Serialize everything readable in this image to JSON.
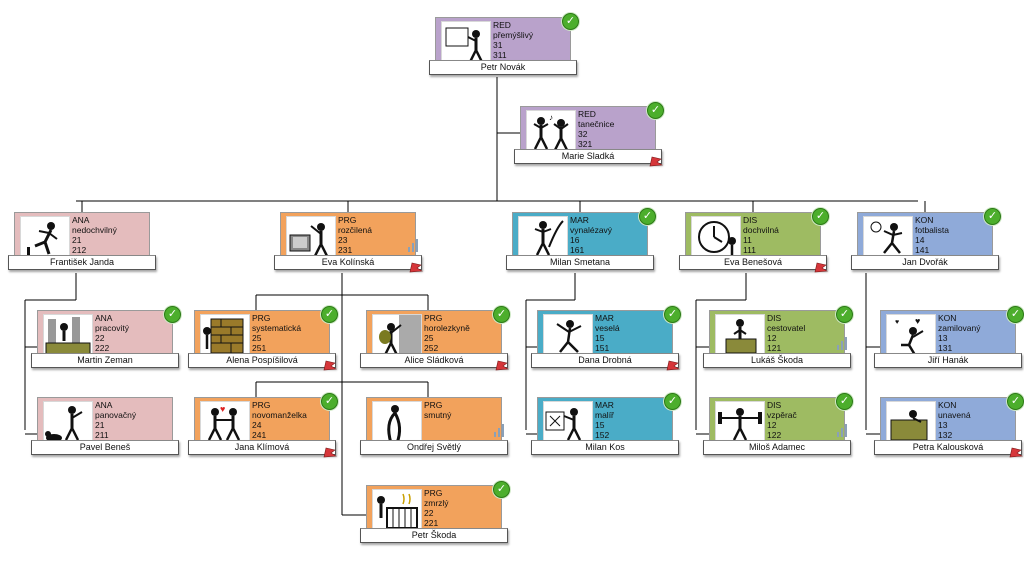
{
  "colors": {
    "RED": "#b9a2cb",
    "ANA": "#e4bcbd",
    "PRG": "#f2a25c",
    "MAR": "#4aacc7",
    "DIS": "#9ebb62",
    "KON": "#8faad9",
    "line": "#000000",
    "check": "#4cae2c",
    "flag": "#d6363a"
  },
  "people": [
    {
      "id": "p1",
      "code": "RED",
      "trait": "přemýšlivý",
      "n1": "31",
      "n2": "311",
      "name": "Petr Novák",
      "parent": null,
      "check": true,
      "flag": false,
      "bars": false,
      "icon": "thinker-icon"
    },
    {
      "id": "p2",
      "code": "RED",
      "trait": "tanečnice",
      "n1": "32",
      "n2": "321",
      "name": "Marie Sladká",
      "parent": "p1",
      "check": true,
      "flag": true,
      "bars": false,
      "icon": "dancers-icon"
    },
    {
      "id": "p3",
      "code": "ANA",
      "trait": "nedochvilný",
      "n1": "21",
      "n2": "212",
      "name": "František Janda",
      "parent": "p1",
      "check": false,
      "flag": false,
      "bars": false,
      "icon": "runner-icon"
    },
    {
      "id": "p4",
      "code": "PRG",
      "trait": "rozčilená",
      "n1": "23",
      "n2": "231",
      "name": "Eva Kolínská",
      "parent": "p1",
      "check": false,
      "flag": true,
      "bars": true,
      "icon": "computer-smash-icon"
    },
    {
      "id": "p5",
      "code": "MAR",
      "trait": "vynalézavý",
      "n1": "16",
      "n2": "161",
      "name": "Milan Smetana",
      "parent": "p1",
      "check": true,
      "flag": false,
      "bars": false,
      "icon": "idea-icon"
    },
    {
      "id": "p6",
      "code": "DIS",
      "trait": "dochvilná",
      "n1": "11",
      "n2": "111",
      "name": "Eva Benešová",
      "parent": "p1",
      "check": true,
      "flag": true,
      "bars": false,
      "icon": "clock-icon"
    },
    {
      "id": "p7",
      "code": "KON",
      "trait": "fotbalista",
      "n1": "14",
      "n2": "141",
      "name": "Jan Dvořák",
      "parent": "p1",
      "check": true,
      "flag": false,
      "bars": false,
      "icon": "football-icon"
    },
    {
      "id": "p8",
      "code": "ANA",
      "trait": "pracovitý",
      "n1": "22",
      "n2": "222",
      "name": "Martin Zeman",
      "parent": "p3",
      "check": true,
      "flag": false,
      "bars": false,
      "icon": "builder-icon"
    },
    {
      "id": "p9",
      "code": "ANA",
      "trait": "panovačný",
      "n1": "21",
      "n2": "211",
      "name": "Pavel Beneš",
      "parent": "p3",
      "check": false,
      "flag": false,
      "bars": false,
      "icon": "boss-icon"
    },
    {
      "id": "p10",
      "code": "PRG",
      "trait": "systematická",
      "n1": "25",
      "n2": "251",
      "name": "Alena Pospíšilová",
      "parent": "p4",
      "check": true,
      "flag": true,
      "bars": false,
      "icon": "bricks-icon"
    },
    {
      "id": "p11",
      "code": "PRG",
      "trait": "horolezkyně",
      "n1": "25",
      "n2": "252",
      "name": "Alice Sládková",
      "parent": "p4",
      "check": true,
      "flag": true,
      "bars": false,
      "icon": "climber-icon"
    },
    {
      "id": "p12",
      "code": "PRG",
      "trait": "novomanželka",
      "n1": "24",
      "n2": "241",
      "name": "Jana Klímová",
      "parent": "p4",
      "check": true,
      "flag": true,
      "bars": false,
      "icon": "couple-icon"
    },
    {
      "id": "p13",
      "code": "PRG",
      "trait": "smutný",
      "n1": "",
      "n2": "",
      "name": "Ondřej Světlý",
      "parent": "p4",
      "check": false,
      "flag": false,
      "bars": true,
      "icon": "sad-icon"
    },
    {
      "id": "p14",
      "code": "PRG",
      "trait": "zmrzlý",
      "n1": "22",
      "n2": "221",
      "name": "Petr Škoda",
      "parent": "p4",
      "check": true,
      "flag": false,
      "bars": false,
      "icon": "radiator-icon"
    },
    {
      "id": "p15",
      "code": "MAR",
      "trait": "veselá",
      "n1": "15",
      "n2": "151",
      "name": "Dana Drobná",
      "parent": "p5",
      "check": true,
      "flag": true,
      "bars": false,
      "icon": "happy-icon"
    },
    {
      "id": "p16",
      "code": "MAR",
      "trait": "malíř",
      "n1": "15",
      "n2": "152",
      "name": "Milan Kos",
      "parent": "p5",
      "check": true,
      "flag": false,
      "bars": false,
      "icon": "painter-icon"
    },
    {
      "id": "p17",
      "code": "DIS",
      "trait": "cestovatel",
      "n1": "12",
      "n2": "121",
      "name": "Lukáš Škoda",
      "parent": "p6",
      "check": true,
      "flag": false,
      "bars": true,
      "icon": "traveller-icon"
    },
    {
      "id": "p18",
      "code": "DIS",
      "trait": "vzpěrač",
      "n1": "12",
      "n2": "122",
      "name": "Miloš Adamec",
      "parent": "p6",
      "check": true,
      "flag": false,
      "bars": true,
      "icon": "weightlifter-icon"
    },
    {
      "id": "p19",
      "code": "KON",
      "trait": "zamilovaný",
      "n1": "13",
      "n2": "131",
      "name": "Jiří Hanák",
      "parent": "p7",
      "check": true,
      "flag": false,
      "bars": false,
      "icon": "lover-icon"
    },
    {
      "id": "p20",
      "code": "KON",
      "trait": "unavená",
      "n1": "13",
      "n2": "132",
      "name": "Petra Kalousková",
      "parent": "p7",
      "check": true,
      "flag": true,
      "bars": false,
      "icon": "tired-icon"
    }
  ]
}
